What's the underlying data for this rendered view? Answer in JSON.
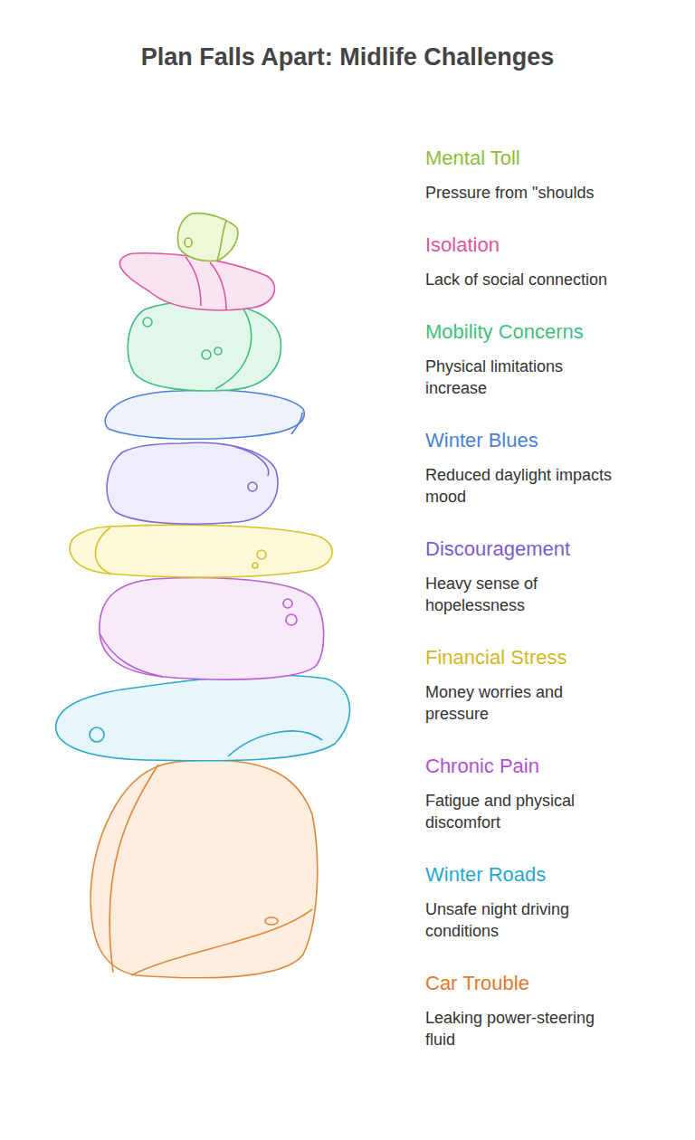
{
  "diagram": {
    "title": "Plan Falls Apart: Midlife Challenges",
    "labels": [
      "Mental Toll",
      "Pressure from \"shoulds",
      "Isolation",
      "Lack of social connection",
      "Mobility Concerns",
      "Physical limitations increase",
      "Winter Blues",
      "Reduced daylight impacts mood",
      "Discouragement",
      "Heavy sense of hopelessness",
      "Financial Stress",
      "Money worries and pressure",
      "Chronic Pain",
      "Fatigue and physical discomfort",
      "Winter Roads",
      "Unsafe night driving conditions",
      "Car Trouble",
      "Leaking power-steering fluid"
    ]
  }
}
